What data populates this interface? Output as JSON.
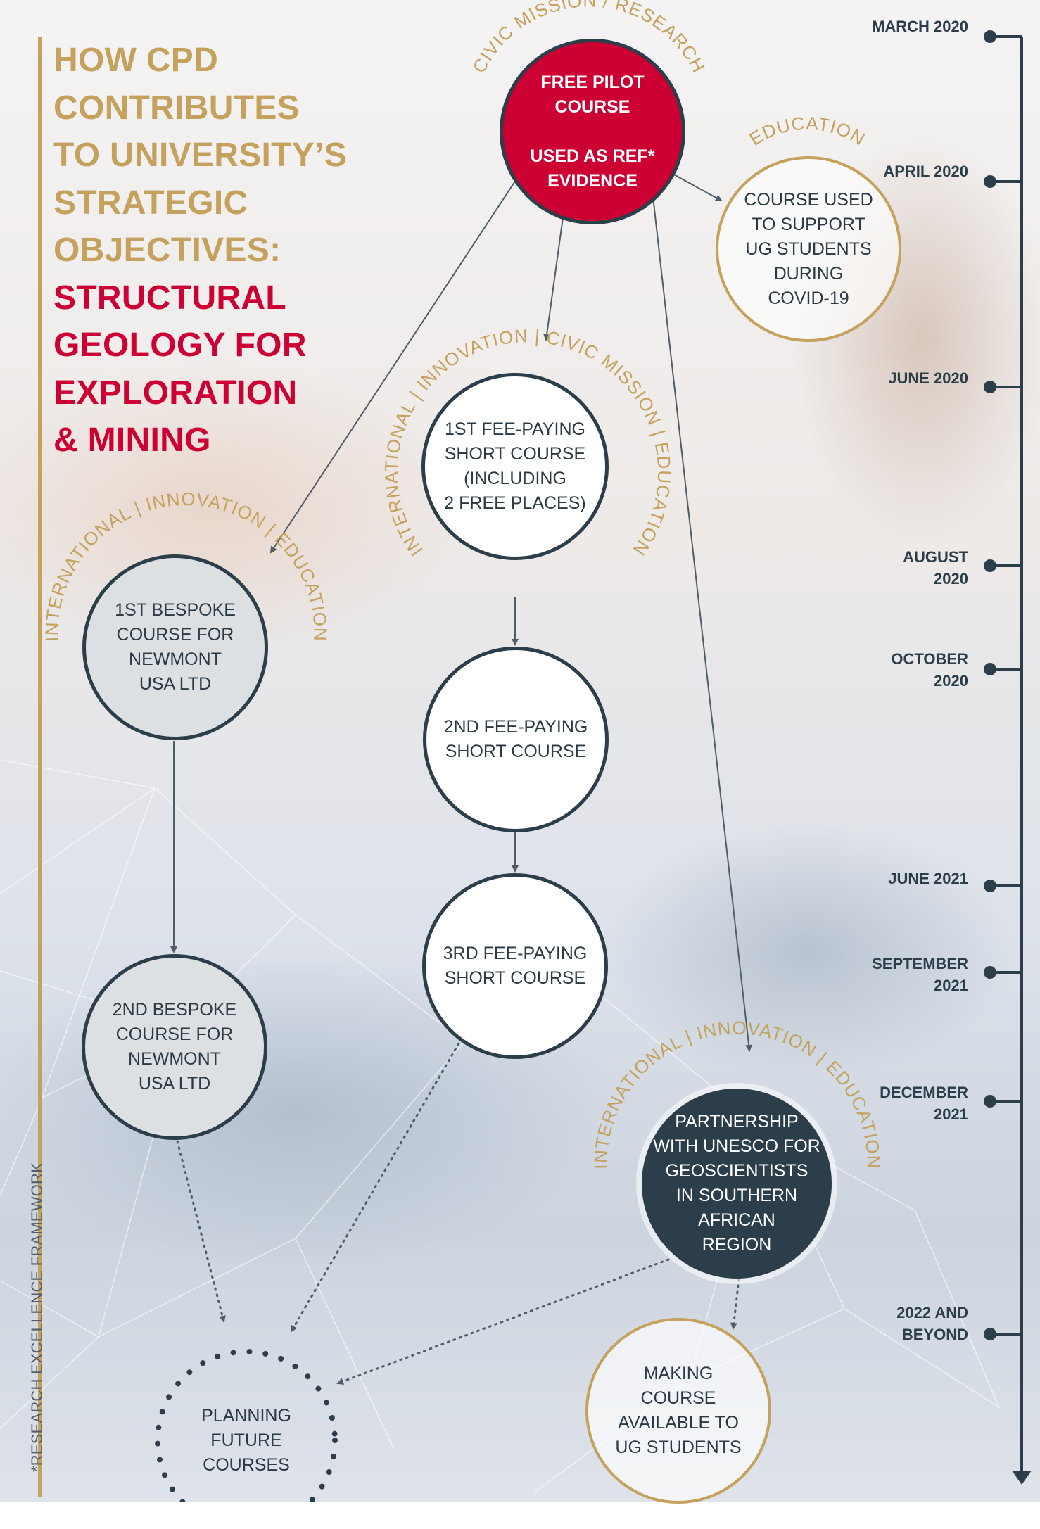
{
  "title": {
    "lines_gold": [
      "HOW CPD",
      "CONTRIBUTES",
      "TO UNIVERSITY’S",
      "STRATEGIC",
      "OBJECTIVES:"
    ],
    "lines_red": [
      "STRUCTURAL",
      "GEOLOGY FOR",
      "EXPLORATION",
      "& MINING"
    ]
  },
  "footnote": "*RESEARCH EXCELLENCE FRAMEWORK",
  "colors": {
    "gold": "#C4A25E",
    "red": "#CC0033",
    "navy": "#2C3E4A"
  },
  "nodes": {
    "pilot": {
      "text": "FREE PILOT\nCOURSE\n\nUSED AS REF*\nEVIDENCE",
      "tags": "CIVIC MISSION / RESEARCH"
    },
    "ug_covid": {
      "text": "COURSE USED\nTO SUPPORT\nUG STUDENTS\nDURING\nCOVID-19",
      "tags": "EDUCATION"
    },
    "fee1": {
      "text": "1ST FEE-PAYING\nSHORT COURSE\n(INCLUDING\n2 FREE PLACES)",
      "tags": "INTERNATIONAL | INNOVATION | CIVIC MISSION | EDUCATION"
    },
    "bespoke1": {
      "text": "1ST BESPOKE\nCOURSE FOR\nNEWMONT\nUSA LTD",
      "tags": "INTERNATIONAL | INNOVATION | EDUCATION"
    },
    "fee2": {
      "text": "2ND FEE-PAYING\nSHORT COURSE"
    },
    "fee3": {
      "text": "3RD FEE-PAYING\nSHORT COURSE"
    },
    "bespoke2": {
      "text": "2ND BESPOKE\nCOURSE FOR\nNEWMONT\nUSA LTD"
    },
    "unesco": {
      "text": "PARTNERSHIP\nWITH UNESCO FOR\nGEOSCIENTISTS\nIN SOUTHERN\nAFRICAN\nREGION",
      "tags": "INTERNATIONAL | INNOVATION | EDUCATION"
    },
    "planning": {
      "text": "PLANNING\nFUTURE\nCOURSES"
    },
    "making": {
      "text": "MAKING\nCOURSE\nAVAILABLE TO\nUG STUDENTS"
    }
  },
  "timeline": [
    {
      "label": "MARCH\n2020"
    },
    {
      "label": "APRIL\n2020"
    },
    {
      "label": "JUNE\n2020"
    },
    {
      "label": "AUGUST\n2020"
    },
    {
      "label": "OCTOBER\n2020"
    },
    {
      "label": "JUNE\n2021"
    },
    {
      "label": "SEPTEMBER\n2021"
    },
    {
      "label": "DECEMBER\n2021"
    },
    {
      "label": "2022\nAND\nBEYOND"
    }
  ]
}
